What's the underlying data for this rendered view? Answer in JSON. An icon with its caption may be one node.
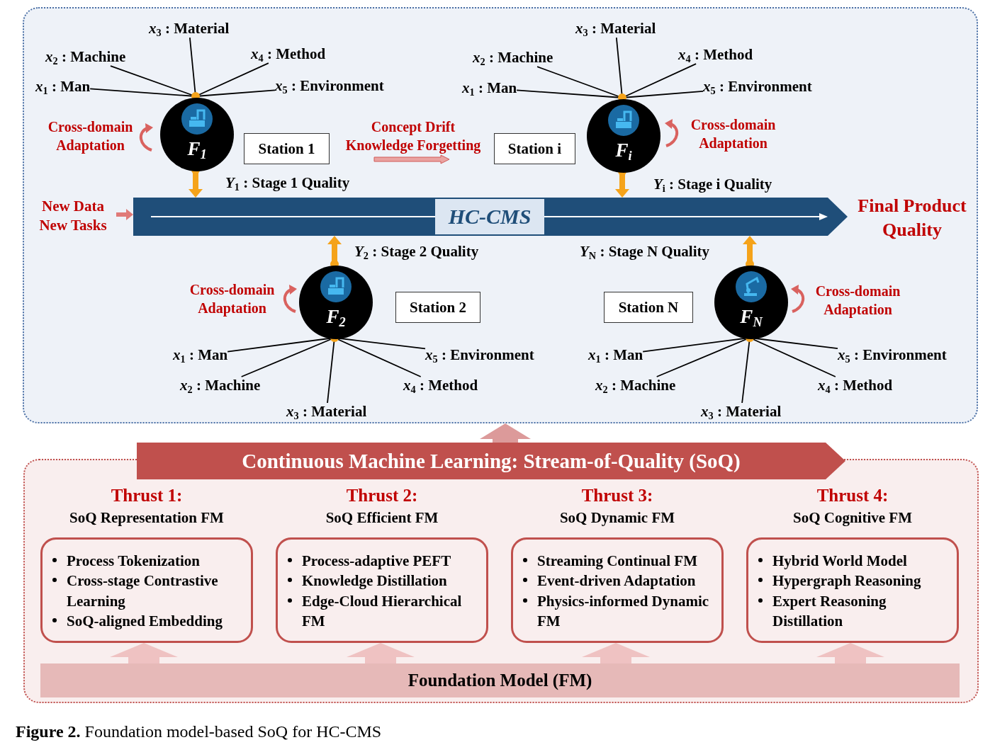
{
  "diagram": {
    "caption": "**Figure 2.** Foundation model-based SoQ for HC-CMS",
    "nodes": [
      {
        "text": [],
        "shape": "box"
      },
      {
        "text": [
          "*x*$_{3}$ : Material"
        ],
        "in": 0
      },
      {
        "text": [
          "*x*$_{2}$ : Machine"
        ],
        "in": 0
      },
      {
        "text": [
          "*x*$_{4}$ : Method"
        ],
        "in": 0
      },
      {
        "text": [
          "*x*$_{1}$ : Man"
        ],
        "in": 0
      },
      {
        "text": [
          "*x*$_{5}$ : Environment"
        ],
        "in": 0
      },
      {
        "text": [
          "F$_{1}$"
        ],
        "in": 0
      },
      {
        "text": [
          "Station 1"
        ],
        "in": 0
      },
      {
        "text": [
          "*x*$_{3}$ : Material"
        ],
        "in": 0
      },
      {
        "text": [
          "*x*$_{2}$ : Machine"
        ],
        "in": 0
      },
      {
        "text": [
          "*x*$_{4}$ : Method"
        ],
        "in": 0
      },
      {
        "text": [
          "*x*$_{1}$ : Man"
        ],
        "in": 0
      },
      {
        "text": [
          "*x*$_{5}$ : Environment"
        ],
        "in": 0
      },
      {
        "text": [
          "F$_{i}$"
        ],
        "in": 0
      },
      {
        "text": [
          "Station i"
        ],
        "in": 0
      },
      {
        "text": [
          "New Data New Tasks"
        ],
        "in": 0
      },
      {
        "text": [
          "HC-CMS"
        ],
        "in": 0,
        "beside": [
          "Final Product Quality"
        ]
      },
      {
        "text": [
          "F$_{2}$"
        ],
        "in": 0
      },
      {
        "text": [
          "Station 2"
        ],
        "in": 0
      },
      {
        "text": [
          "*x*$_{1}$ : Man"
        ],
        "in": 0
      },
      {
        "text": [
          "*x*$_{5}$ : Environment"
        ],
        "in": 0
      },
      {
        "text": [
          "*x*$_{2}$ : Machine"
        ],
        "in": 0
      },
      {
        "text": [
          "*x*$_{4}$ : Method"
        ],
        "in": 0
      },
      {
        "text": [
          "*x*$_{3}$ : Material"
        ],
        "in": 0
      },
      {
        "text": [
          "Station N"
        ],
        "in": 0
      },
      {
        "text": [
          "F$_{N}$"
        ],
        "in": 0
      },
      {
        "text": [
          "*x*$_{1}$ : Man"
        ],
        "in": 0
      },
      {
        "text": [
          "*x*$_{5}$ : Environment"
        ],
        "in": 0
      },
      {
        "text": [
          "*x*$_{2}$ : Machine"
        ],
        "in": 0
      },
      {
        "text": [
          "*x*$_{4}$ : Method"
        ],
        "in": 0
      },
      {
        "text": [
          "*x*$_{3}$ : Material"
        ],
        "in": 0
      },
      {
        "text": [],
        "shape": "box"
      },
      {
        "text": [
          "Continuous Machine Learning: Stream-of-Quality (SoQ)"
        ]
      },
      {
        "text": [
          "Thrust 1:",
          "SoQ Representation FM",
          "Process Tokenization",
          "Cross-stage Contrastive Learning",
          "SoQ-aligned Embedding"
        ],
        "in": 31
      },
      {
        "text": [
          "Thrust 2:",
          "SoQ Efficient FM",
          "Process-adaptive PEFT",
          "Knowledge Distillation",
          "Edge-Cloud Hierarchical FM"
        ],
        "in": 31
      },
      {
        "text": [
          "Thrust 3:",
          "SoQ Dynamic FM",
          "Streaming Continual FM",
          "Event-driven Adaptation",
          "Physics-informed Dynamic FM"
        ],
        "in": 31
      },
      {
        "text": [
          "Thrust 4:",
          "SoQ Cognitive FM",
          "Hybrid World Model",
          "Hypergraph Reasoning",
          "Expert Reasoning Distillation"
        ],
        "in": 31
      },
      {
        "text": [
          "Foundation Model (FM)"
        ],
        "in": 31
      }
    ],
    "edges": [
      {
        "from": 1,
        "to": 6,
        "arrow": "none"
      },
      {
        "from": 2,
        "to": 6,
        "arrow": "none"
      },
      {
        "from": 3,
        "to": 6,
        "arrow": "none"
      },
      {
        "from": 4,
        "to": 6,
        "arrow": "none"
      },
      {
        "from": 5,
        "to": 6,
        "arrow": "none"
      },
      {
        "from": 8,
        "to": 13,
        "arrow": "none"
      },
      {
        "from": 9,
        "to": 13,
        "arrow": "none"
      },
      {
        "from": 10,
        "to": 13,
        "arrow": "none"
      },
      {
        "from": 11,
        "to": 13,
        "arrow": "none"
      },
      {
        "from": 12,
        "to": 13,
        "arrow": "none"
      },
      {
        "from": 6,
        "to": 16,
        "arrow": "to",
        "label": "*Y*$_{1}$ : Stage 1 Quality",
        "style": "thick",
        "color": "#f5a31a"
      },
      {
        "from": 13,
        "to": 16,
        "arrow": "to",
        "label": "*Y*$_{i}$ : Stage i Quality",
        "style": "thick",
        "color": "#f5a31a"
      },
      {
        "from": 15,
        "to": 16,
        "arrow": "to",
        "style": "thick",
        "color": "#e07a78"
      },
      {
        "from": 19,
        "to": 17,
        "arrow": "none"
      },
      {
        "from": 20,
        "to": 17,
        "arrow": "none"
      },
      {
        "from": 21,
        "to": 17,
        "arrow": "none"
      },
      {
        "from": 22,
        "to": 17,
        "arrow": "none"
      },
      {
        "from": 23,
        "to": 17,
        "arrow": "none"
      },
      {
        "from": 17,
        "to": 16,
        "arrow": "to",
        "label": "*Y*$_{2}$ : Stage 2 Quality",
        "style": "thick",
        "color": "#f5a31a"
      },
      {
        "from": 26,
        "to": 25,
        "arrow": "none"
      },
      {
        "from": 27,
        "to": 25,
        "arrow": "none"
      },
      {
        "from": 28,
        "to": 25,
        "arrow": "none"
      },
      {
        "from": 29,
        "to": 25,
        "arrow": "none"
      },
      {
        "from": 30,
        "to": 25,
        "arrow": "none"
      },
      {
        "from": 25,
        "to": 16,
        "arrow": "to",
        "label": "*Y*$_{N}$ : Stage N Quality",
        "style": "thick",
        "color": "#f5a31a"
      },
      {
        "from": 32,
        "to": 0,
        "arrow": "to",
        "style": "thick",
        "color": "#dc9a9a"
      },
      {
        "from": 37,
        "to": 33,
        "arrow": "to",
        "style": "thick",
        "color": "#efc2c2"
      },
      {
        "from": 37,
        "to": 34,
        "arrow": "to",
        "style": "thick",
        "color": "#efc2c2"
      },
      {
        "from": 37,
        "to": 35,
        "arrow": "to",
        "style": "thick",
        "color": "#efc2c2"
      },
      {
        "from": 37,
        "to": 36,
        "arrow": "to",
        "style": "thick",
        "color": "#efc2c2"
      }
    ],
    "labels": [
      "Cross-domain Adaptation",
      "Concept Drift Knowledge Forgetting",
      "Cross-domain Adaptation",
      "Cross-domain Adaptation",
      "Cross-domain Adaptation"
    ]
  }
}
